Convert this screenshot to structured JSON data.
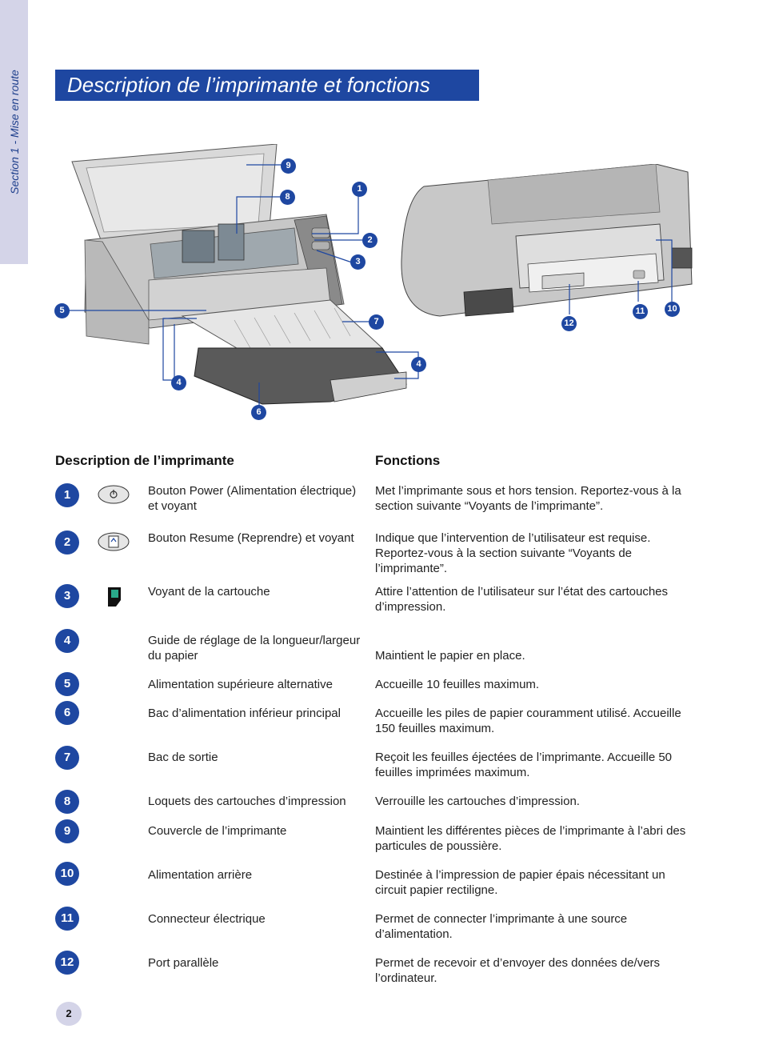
{
  "section_tab": "Section 1 - Mise en route",
  "title": "Description de l’imprimante et fonctions",
  "callouts": {
    "front": [
      "9",
      "8",
      "1",
      "2",
      "3",
      "5",
      "7",
      "4",
      "4",
      "6"
    ],
    "rear": [
      "12",
      "11",
      "10"
    ]
  },
  "headers": {
    "description": "Description de l’imprimante",
    "functions": "Fonctions"
  },
  "rows": [
    {
      "num": "1",
      "icon": "power-button-icon",
      "desc": "Bouton Power (Alimentation électrique) et voyant",
      "func": "Met l’imprimante sous et hors tension. Reportez-vous à la  section suivante “Voyants de l’imprimante”."
    },
    {
      "num": "2",
      "icon": "resume-button-icon",
      "desc": "Bouton Resume (Reprendre) et voyant",
      "func": "Indique que l’intervention de l’utilisateur est requise. Reportez-vous à la section suivante “Voyants de l’imprimante”."
    },
    {
      "num": "3",
      "icon": "cartridge-light-icon",
      "desc": "Voyant de la cartouche",
      "func": "Attire l’attention de l’utilisateur sur l’état des cartouches d’impression."
    },
    {
      "num": "4",
      "icon": "",
      "desc": "Guide de réglage de la longueur/largeur du papier",
      "func": "Maintient le papier en place."
    },
    {
      "num": "5",
      "icon": "",
      "desc": "Alimentation supérieure alternative",
      "func": "Accueille 10 feuilles maximum."
    },
    {
      "num": "6",
      "icon": "",
      "desc": "Bac d’alimentation inférieur principal",
      "func": "Accueille les piles de papier couramment utilisé. Accueille 150 feuilles maximum."
    },
    {
      "num": "7",
      "icon": "",
      "desc": "Bac de sortie",
      "func": "Reçoit les feuilles éjectées de l’imprimante. Accueille 50 feuilles imprimées maximum."
    },
    {
      "num": "8",
      "icon": "",
      "desc": "Loquets des cartouches d’impression",
      "func": "Verrouille les cartouches d’impression."
    },
    {
      "num": "9",
      "icon": "",
      "desc": "Couvercle de l’imprimante",
      "func": "Maintient les différentes pièces de l’imprimante à l’abri des particules de poussière."
    },
    {
      "num": "10",
      "icon": "",
      "desc": "Alimentation arrière",
      "func": "Destinée à l’impression de papier épais nécessitant un circuit papier rectiligne."
    },
    {
      "num": "11",
      "icon": "",
      "desc": "Connecteur électrique",
      "func": "Permet de connecter l’imprimante à une source d’alimentation."
    },
    {
      "num": "12",
      "icon": "",
      "desc": "Port parallèle",
      "func": "Permet de recevoir et d’envoyer des données de/vers l’ordinateur."
    }
  ],
  "page_number": "2",
  "colors": {
    "accent": "#1e47a1",
    "tab": "#d4d4e8"
  }
}
